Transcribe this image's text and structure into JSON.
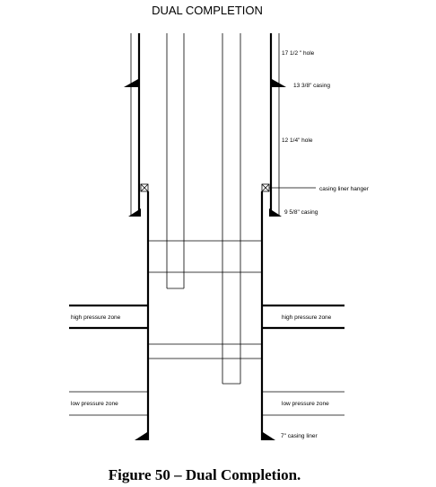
{
  "diagram": {
    "title": "DUAL COMPLETION",
    "caption": "Figure 50 – Dual Completion.",
    "labels": {
      "hole_17": "17 1/2 \" hole",
      "casing_13": "13 3/8\" casing",
      "hole_12": "12 1/4\" hole",
      "liner_hanger": "casing liner hanger",
      "casing_9": "9 5/8\" casing",
      "hp_left": "high pressure zone",
      "hp_right": "high pressure zone",
      "lp_left": "low pressure zone",
      "lp_right": "low pressure zone",
      "liner_7": "7\" casing liner"
    }
  }
}
